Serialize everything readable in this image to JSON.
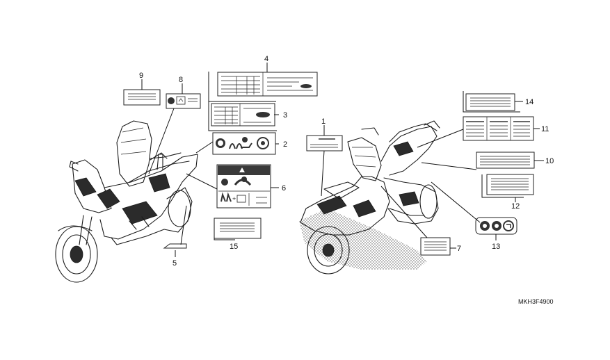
{
  "diagram": {
    "part_code": "MKH3F4900",
    "callouts": [
      "1",
      "2",
      "3",
      "4",
      "5",
      "6",
      "7",
      "8",
      "9",
      "10",
      "11",
      "12",
      "13",
      "14",
      "15"
    ]
  }
}
